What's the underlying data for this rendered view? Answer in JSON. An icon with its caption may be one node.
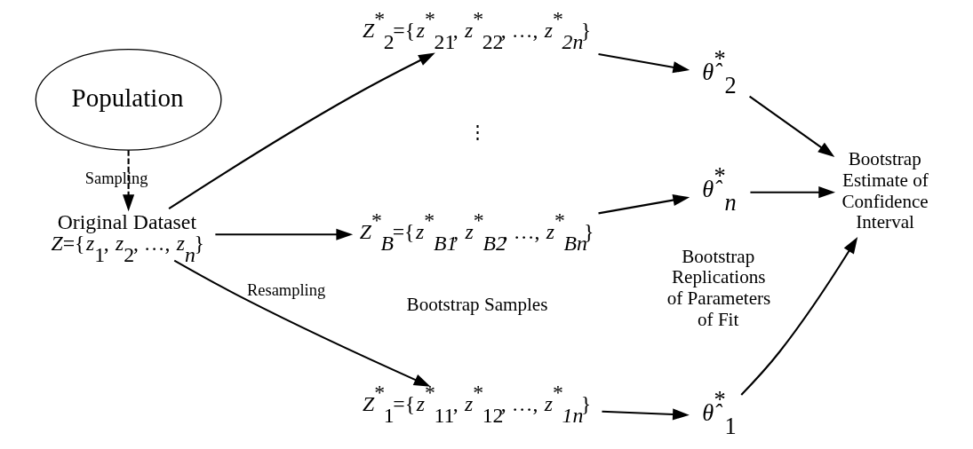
{
  "diagram": {
    "nodes": [
      {
        "text": [
          "Population"
        ]
      },
      {
        "text": [
          "Original Dataset",
          "*Z*={*z*$_{1}$, *z*$_{2}$, …, *z*$_{n}$}"
        ]
      },
      {
        "text": [
          "*Z*$^{*}$$_{1}$={*z*$^{*}$$_{11}$, *z*$^{*}$$_{12}$, …, *z*$^{*}$$_{1n}$}"
        ]
      },
      {
        "text": [
          "*Z*$^{*}$$_{2}$={*z*$^{*}$$_{21}$, *z*$^{*}$$_{22}$, …, *z*$^{*}$$_{2n}$}"
        ]
      },
      {
        "text": [
          "*Z*$^{*}$$_{B}$={*z*$^{*}$$_{B1}$, *z*$^{*}$$_{B2}$, …, *z*$^{*}$$_{Bn}$}"
        ]
      },
      {
        "text": [
          "*θ̂*$^{*}$$_{1}$"
        ]
      },
      {
        "text": [
          "*θ̂*$^{*}$$_{2}$"
        ]
      },
      {
        "text": [
          "*θ̂*$^{*}$$_{n}$"
        ]
      },
      {
        "text": [
          "Bootstrap Estimate of Confidence Interval"
        ]
      }
    ],
    "edges": [
      {
        "from": 0,
        "to": 1,
        "arrow": "to",
        "style": "dashed",
        "label": "Sampling"
      },
      {
        "from": 1,
        "to": 2,
        "arrow": "to",
        "label": "Resampling"
      },
      {
        "from": 1,
        "to": 3,
        "arrow": "to"
      },
      {
        "from": 1,
        "to": 4,
        "arrow": "to"
      },
      {
        "from": 2,
        "to": 5,
        "arrow": "to"
      },
      {
        "from": 3,
        "to": 6,
        "arrow": "to"
      },
      {
        "from": 4,
        "to": 7,
        "arrow": "to"
      },
      {
        "from": 5,
        "to": 8,
        "arrow": "to"
      },
      {
        "from": 6,
        "to": 8,
        "arrow": "to"
      },
      {
        "from": 7,
        "to": 8,
        "arrow": "to"
      }
    ],
    "labels": [
      "Bootstrap Samples",
      "Bootstrap Replications of Parameters of Fit",
      "⋮"
    ]
  }
}
